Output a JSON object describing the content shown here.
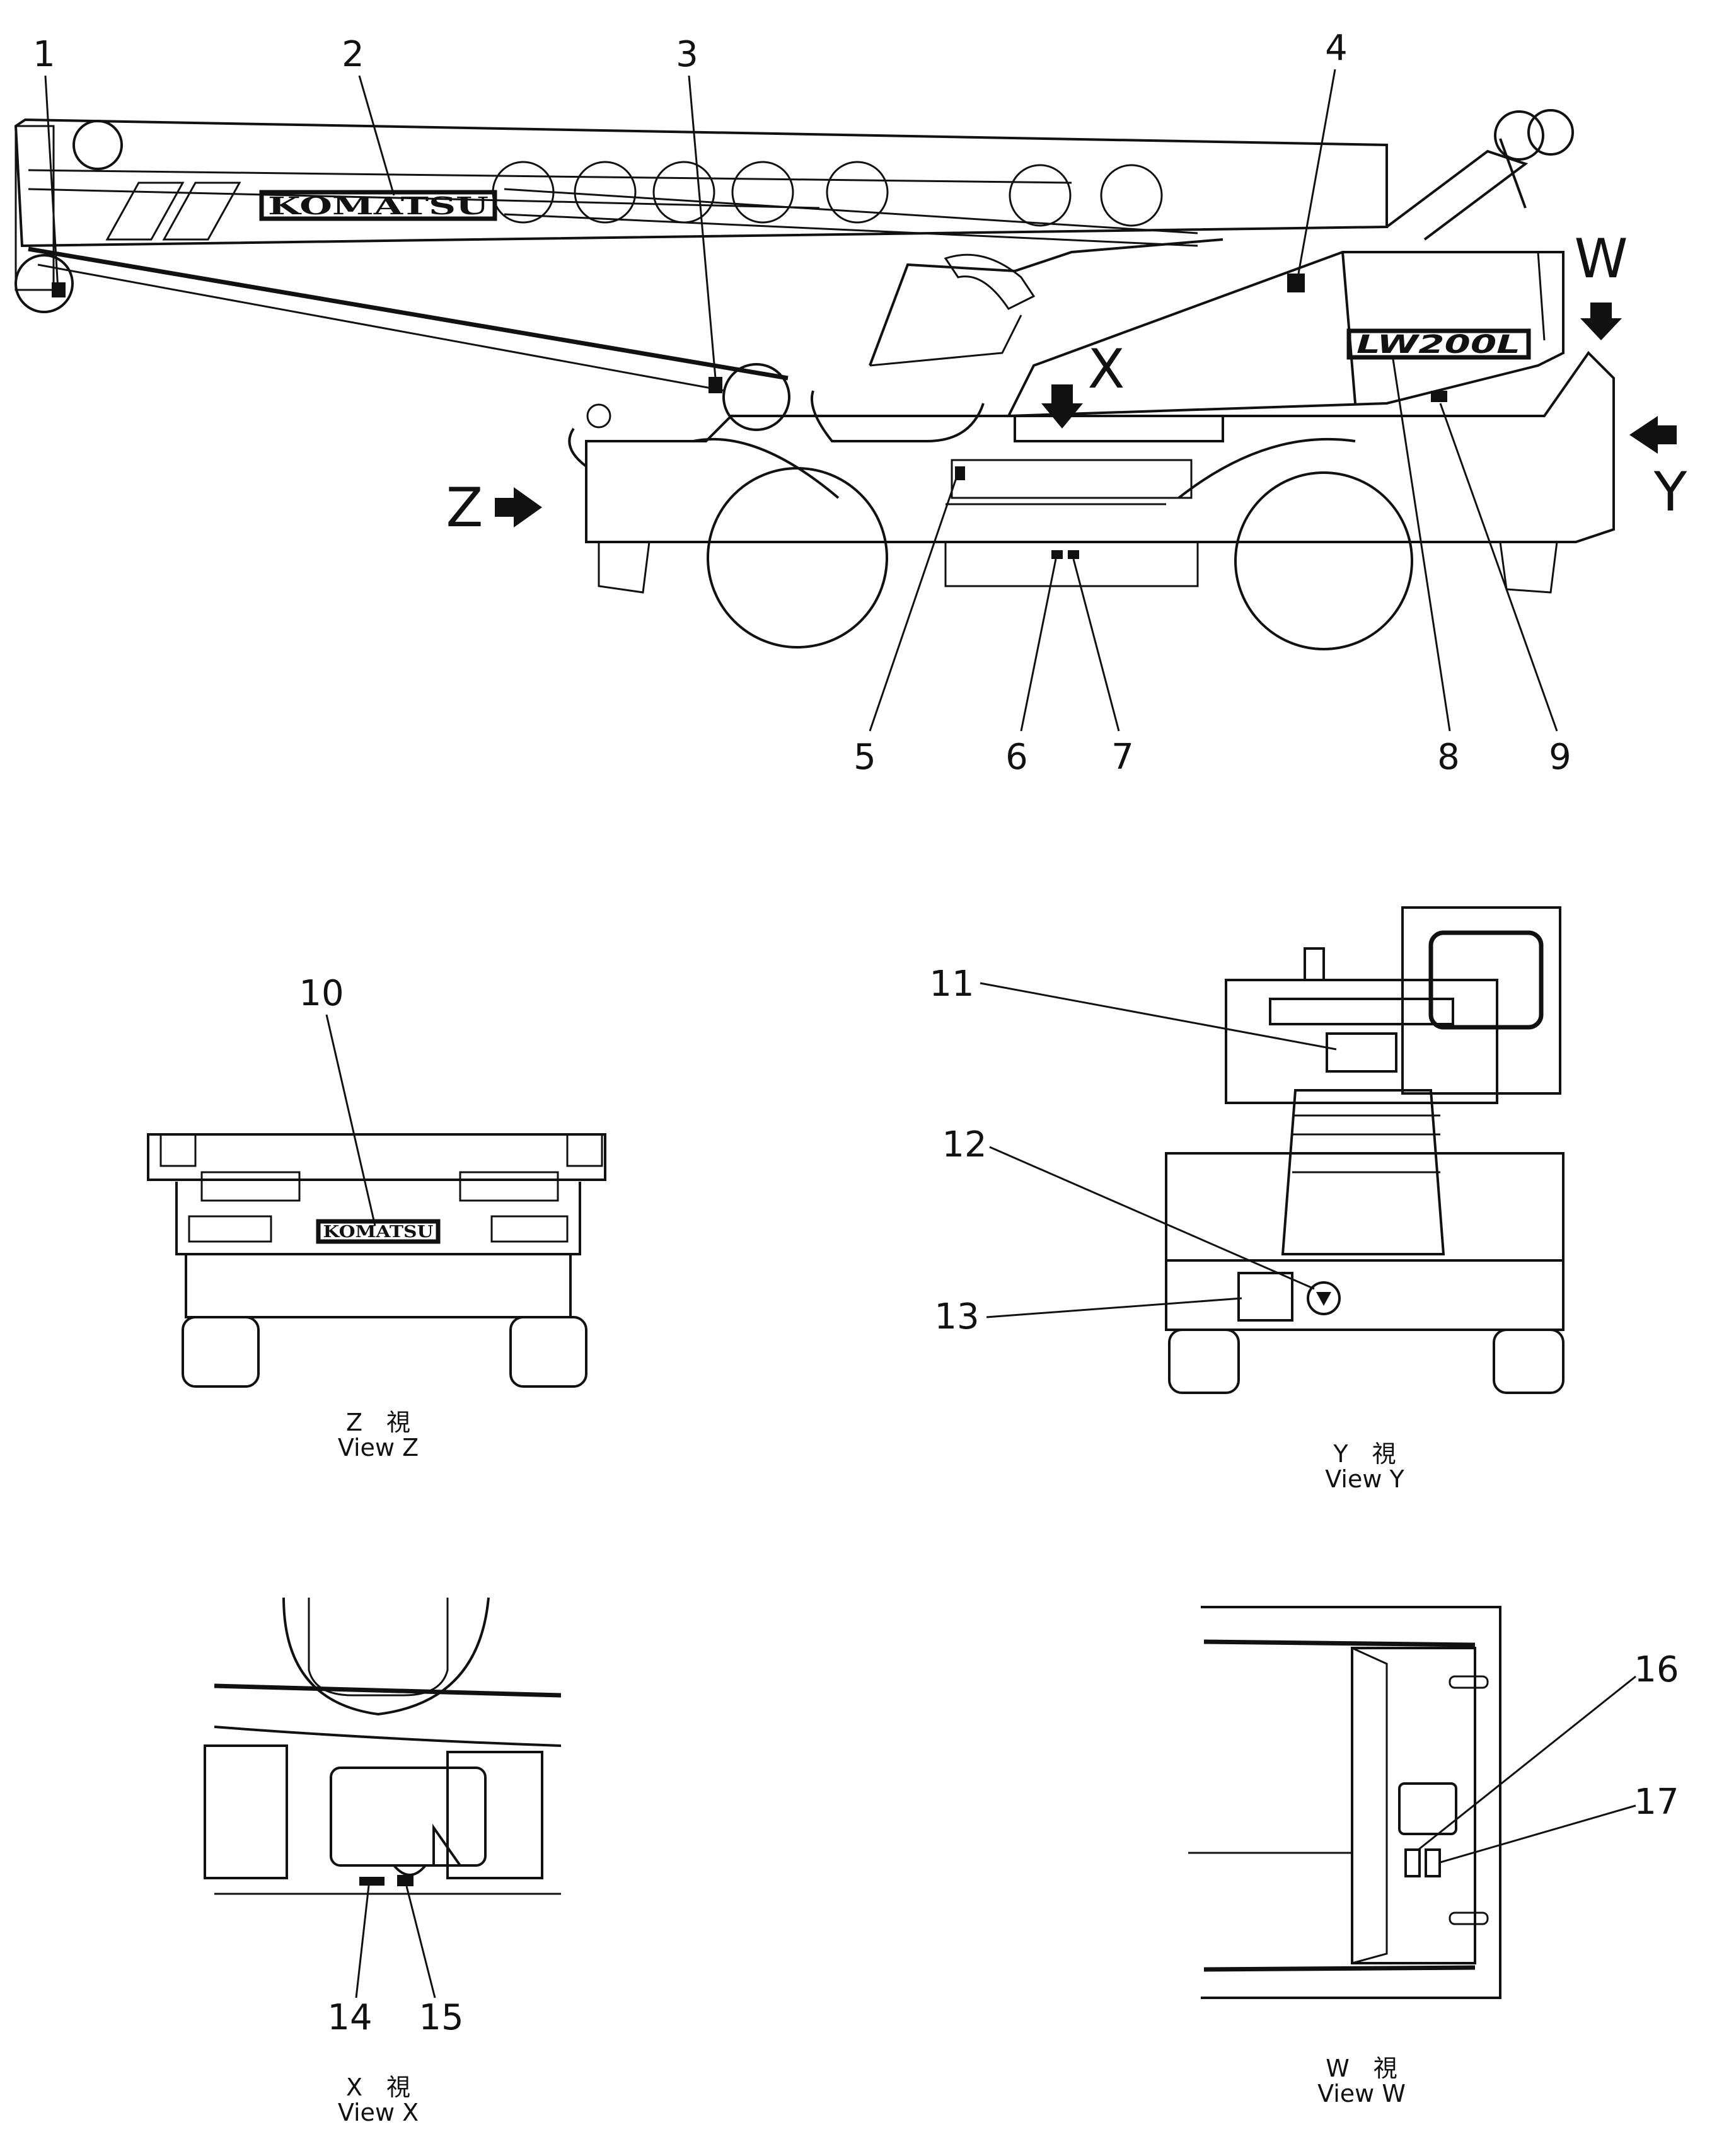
{
  "side_view": {
    "callouts": [
      "1",
      "2",
      "3",
      "4",
      "5",
      "6",
      "7",
      "8",
      "9"
    ],
    "view_arrows": [
      "W",
      "X",
      "Y",
      "Z"
    ],
    "boom_brand": "KOMATSU",
    "model_badge": "LW200L"
  },
  "view_z": {
    "callouts": [
      "10"
    ],
    "brand": "KOMATSU",
    "caption_jp": "Z　視",
    "caption_en": "View  Z"
  },
  "view_y": {
    "callouts": [
      "11",
      "12",
      "13"
    ],
    "caption_jp": "Y　視",
    "caption_en": "View  Y"
  },
  "view_x": {
    "callouts": [
      "14",
      "15"
    ],
    "caption_jp": "X　視",
    "caption_en": "View  X"
  },
  "view_w": {
    "callouts": [
      "16",
      "17"
    ],
    "caption_jp": "W　視",
    "caption_en": "View  W"
  }
}
